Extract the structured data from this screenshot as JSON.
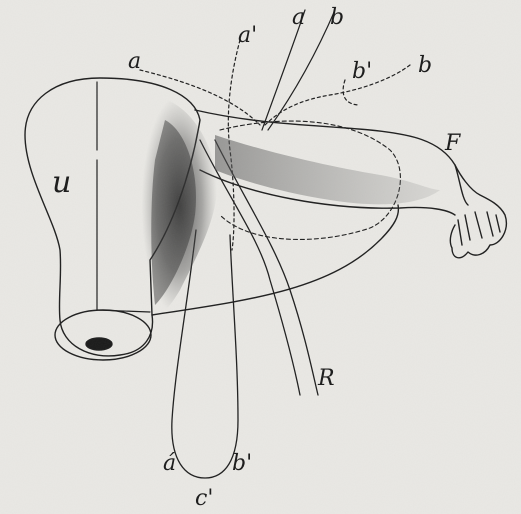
{
  "colors": {
    "paper": "#e9e8e4",
    "ink": "#1e1e1e",
    "shading": "#3a3a3a"
  },
  "labels": {
    "uterus": "u",
    "tube": "F",
    "ligament": "R",
    "a_top": "a",
    "b_top": "b",
    "a_prime_top": "a'",
    "b_prime_top": "b'",
    "a_left": "a",
    "b_right": "b",
    "a_prime_bottom": "á",
    "b_prime_bottom": "b'",
    "c_prime_bottom": "c'"
  }
}
